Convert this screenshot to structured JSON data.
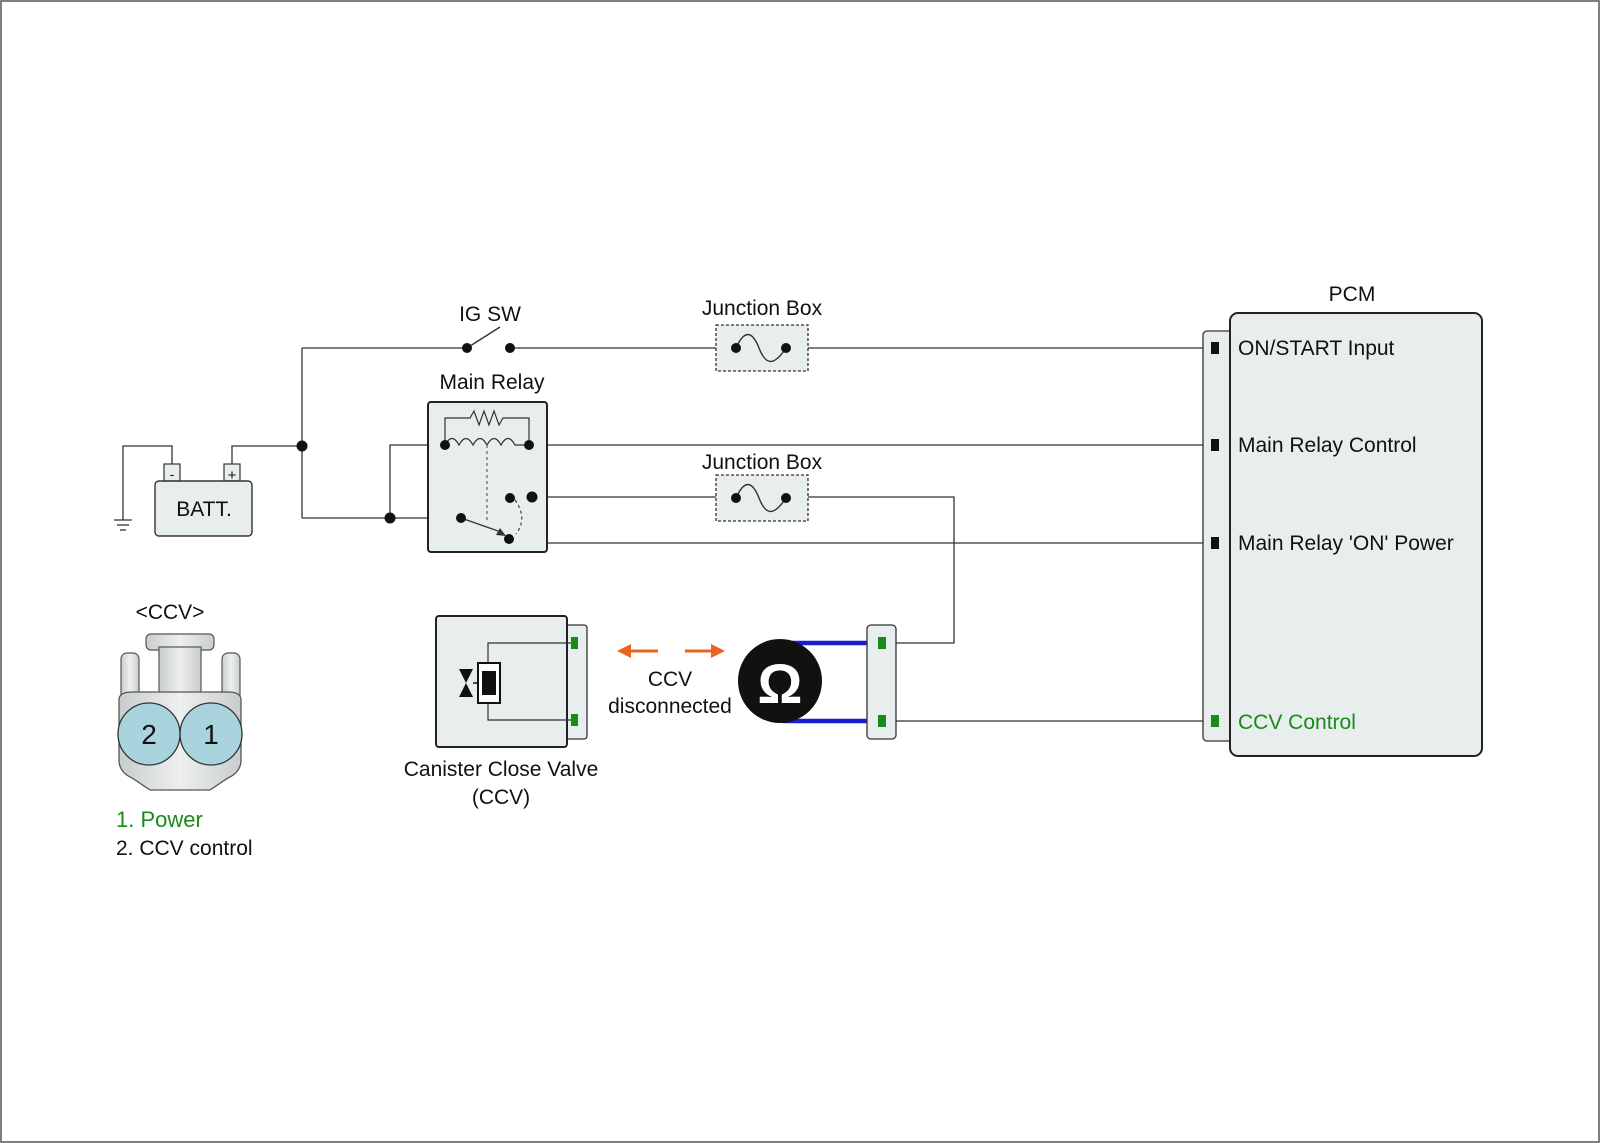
{
  "labels": {
    "ig_sw": "IG SW",
    "junction_box_1": "Junction Box",
    "junction_box_2": "Junction Box",
    "main_relay": "Main Relay",
    "battery": "BATT.",
    "battery_neg": "-",
    "battery_pos": "+",
    "pcm": "PCM",
    "ccv_disconnected_line1": "CCV",
    "ccv_disconnected_line2": "disconnected",
    "ccv_name_line1": "Canister Close Valve",
    "ccv_name_line2": "(CCV)",
    "ohm_symbol": "Ω"
  },
  "pcm_pins": [
    {
      "label": "ON/START Input",
      "color": "#111111"
    },
    {
      "label": "Main Relay Control",
      "color": "#111111"
    },
    {
      "label": "Main Relay 'ON' Power",
      "color": "#111111"
    },
    {
      "label": "CCV Control",
      "color": "#1a8a1a"
    }
  ],
  "connector": {
    "title": "<CCV>",
    "pin2": "2",
    "pin1": "1",
    "legend": [
      {
        "text": "1. Power",
        "color": "#1a8a1a"
      },
      {
        "text": "2. CCV control",
        "color": "#111111"
      }
    ]
  },
  "colors": {
    "box_fill": "#e8eded",
    "connector_pin_fill": "#a9d4dd",
    "probe_wire": "#1b1bd6",
    "arrow": "#e8651f",
    "green_terminal": "#1a8a1a",
    "green_text": "#1a8a1a"
  }
}
